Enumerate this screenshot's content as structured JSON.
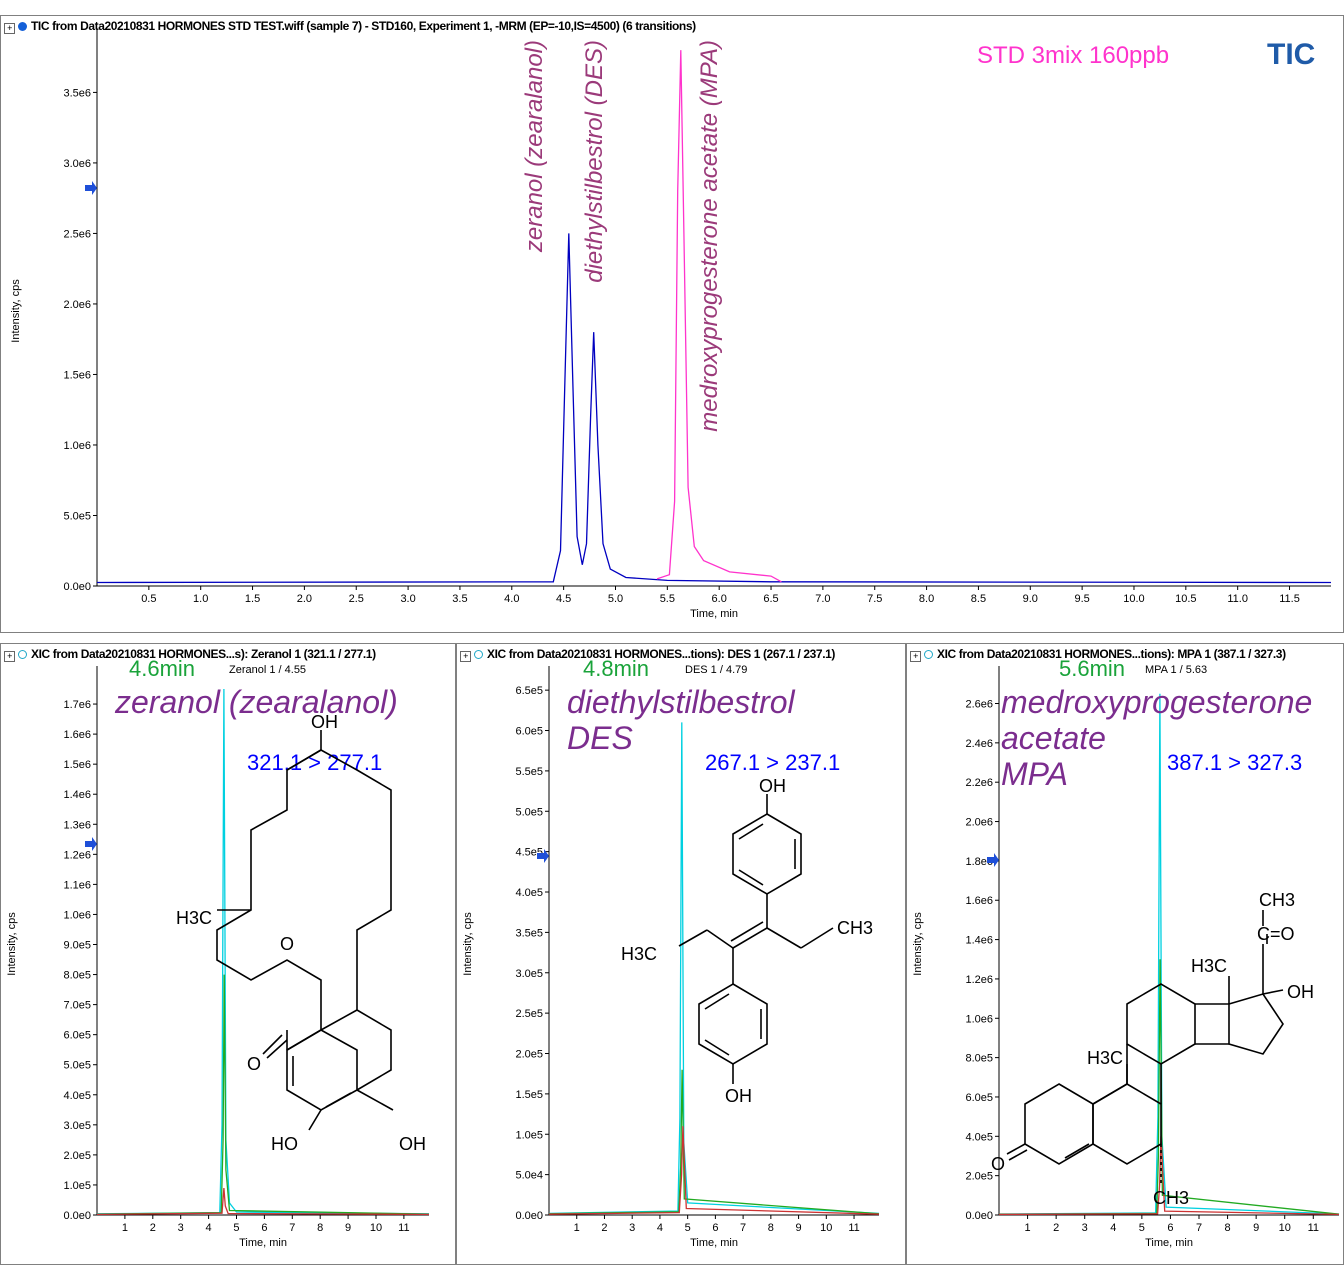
{
  "top": {
    "title": "TIC from Data20210831 HORMONES STD TEST.wiff (sample 7) - STD160, Experiment 1, -MRM (EP=-10,IS=4500) (6 transitions)",
    "std_label": "STD 3mix 160ppb",
    "tic_label": "TIC",
    "peak_labels": [
      "zeranol (zearalanol)",
      "diethylstilbestrol (DES)",
      "medroxyprogesterone acetate (MPA)"
    ]
  },
  "panels": [
    {
      "title": "XIC from Data20210831 HORMONES...s): Zeranol 1 (321.1 / 277.1)",
      "time_label": "4.6min",
      "peak_tag": "Zeranol 1 / 4.55",
      "name_lines": [
        "zeranol (zearalanol)"
      ],
      "transition": "321.1 > 277.1"
    },
    {
      "title": "XIC from Data20210831 HORMONES...tions): DES 1 (267.1 / 237.1)",
      "time_label": "4.8min",
      "peak_tag": "DES 1 / 4.79",
      "name_lines": [
        "diethylstilbestrol",
        "DES"
      ],
      "transition": "267.1 > 237.1"
    },
    {
      "title": "XIC from Data20210831 HORMONES...tions): MPA 1 (387.1 / 327.3)",
      "time_label": "5.6min",
      "peak_tag": "MPA 1 / 5.63",
      "name_lines": [
        "medroxyprogesterone",
        "acetate",
        "MPA"
      ],
      "transition": "387.1 > 327.3"
    }
  ],
  "structures": {
    "zeranol": [
      "OH",
      "H3C",
      "O",
      "O",
      "HO",
      "OH"
    ],
    "des": [
      "OH",
      "CH3",
      "H3C",
      "OH"
    ],
    "mpa": [
      "CH3",
      "C=O",
      "H3C",
      "OH",
      "H3C",
      "O",
      "CH3"
    ]
  },
  "colors": {
    "tic_blue": "#0000c0",
    "tic_magenta": "#ff33cc",
    "cyan": "#00d0e0",
    "green": "#1aa33a",
    "purple": "#7b2d8e",
    "blue": "#0000ff"
  },
  "chart_data": [
    {
      "type": "line",
      "title": "TIC from Data20210831 HORMONES STD TEST.wiff (sample 7) - STD160, Experiment 1, -MRM (EP=-10,IS=4500) (6 transitions)",
      "xlabel": "Time, min",
      "ylabel": "Intensity, cps",
      "xlim": [
        0,
        11.9
      ],
      "ylim": [
        0,
        3900000.0
      ],
      "xticks": [
        "0.5",
        "1.0",
        "1.5",
        "2.0",
        "2.5",
        "3.0",
        "3.5",
        "4.0",
        "4.5",
        "5.0",
        "5.5",
        "6.0",
        "6.5",
        "7.0",
        "7.5",
        "8.0",
        "8.5",
        "9.0",
        "9.5",
        "10.0",
        "10.5",
        "11.0",
        "11.5"
      ],
      "yticks": [
        "0.0e0",
        "5.0e5",
        "1.0e6",
        "1.5e6",
        "2.0e6",
        "2.5e6",
        "3.0e6",
        "3.5e6"
      ],
      "series": [
        {
          "color": "#0000c0",
          "x": [
            0,
            4.4,
            4.47,
            4.51,
            4.55,
            4.59,
            4.63,
            4.68,
            4.72,
            4.76,
            4.79,
            4.83,
            4.88,
            4.95,
            5.1,
            5.5,
            6.5,
            11.9
          ],
          "y": [
            25000,
            30000,
            250000,
            1400000,
            2500000,
            1400000,
            350000,
            150000,
            300000,
            1200000,
            1800000,
            1000000,
            300000,
            120000,
            60000,
            40000,
            30000,
            25000
          ]
        },
        {
          "color": "#ff33cc",
          "x": [
            5.4,
            5.52,
            5.57,
            5.6,
            5.63,
            5.66,
            5.7,
            5.76,
            5.85,
            6.1,
            6.5,
            6.6
          ],
          "y": [
            50000,
            80000,
            600000,
            2800000,
            3800000,
            2500000,
            700000,
            280000,
            180000,
            100000,
            70000,
            30000
          ]
        }
      ]
    },
    {
      "type": "line",
      "xlabel": "Time, min",
      "ylabel": "Intensity, cps",
      "xlim": [
        0,
        11.9
      ],
      "ylim": [
        0,
        1800000.0
      ],
      "xticks": [
        "1",
        "2",
        "3",
        "4",
        "5",
        "6",
        "7",
        "8",
        "9",
        "10",
        "11"
      ],
      "yticks": [
        "0.0e0",
        "1.0e5",
        "2.0e5",
        "3.0e5",
        "4.0e5",
        "5.0e5",
        "6.0e5",
        "7.0e5",
        "8.0e5",
        "9.0e5",
        "1.0e6",
        "1.1e6",
        "1.2e6",
        "1.3e6",
        "1.4e6",
        "1.5e6",
        "1.6e6",
        "1.7e6"
      ],
      "series": [
        {
          "color": "#00d0e0",
          "x": [
            0,
            4.4,
            4.48,
            4.55,
            4.62,
            4.75,
            5.0,
            11.9
          ],
          "y": [
            4000,
            8000,
            300000,
            1750000,
            250000,
            40000,
            10000,
            4000
          ]
        },
        {
          "color": "#22aa22",
          "x": [
            0,
            4.45,
            4.52,
            4.56,
            4.62,
            4.75,
            11.9
          ],
          "y": [
            3000,
            8000,
            250000,
            800000,
            150000,
            15000,
            3000
          ]
        },
        {
          "color": "#cc3333",
          "x": [
            0,
            4.48,
            4.55,
            4.6,
            4.7,
            11.9
          ],
          "y": [
            2000,
            6000,
            90000,
            30000,
            5000,
            2000
          ]
        }
      ]
    },
    {
      "type": "line",
      "xlabel": "Time, min",
      "ylabel": "Intensity, cps",
      "xlim": [
        0,
        11.9
      ],
      "ylim": [
        0,
        670000.0
      ],
      "xticks": [
        "1",
        "2",
        "3",
        "4",
        "5",
        "6",
        "7",
        "8",
        "9",
        "10",
        "11"
      ],
      "yticks": [
        "0.0e0",
        "5.0e4",
        "1.0e5",
        "1.5e5",
        "2.0e5",
        "2.5e5",
        "3.0e5",
        "3.5e5",
        "4.0e5",
        "4.5e5",
        "5.0e5",
        "5.5e5",
        "6.0e5",
        "6.5e5"
      ],
      "series": [
        {
          "color": "#00d0e0",
          "x": [
            0,
            4.65,
            4.72,
            4.79,
            4.86,
            5.0,
            11.9
          ],
          "y": [
            2000,
            5000,
            120000,
            610000,
            90000,
            15000,
            2000
          ]
        },
        {
          "color": "#22aa22",
          "x": [
            0,
            4.68,
            4.75,
            4.8,
            4.88,
            11.9
          ],
          "y": [
            1500,
            4000,
            60000,
            180000,
            20000,
            1500
          ]
        },
        {
          "color": "#cc3333",
          "x": [
            0,
            4.7,
            4.78,
            4.83,
            4.95,
            11.9
          ],
          "y": [
            1000,
            3000,
            50000,
            110000,
            8000,
            1000
          ]
        }
      ]
    },
    {
      "type": "line",
      "xlabel": "Time, min",
      "ylabel": "Intensity, cps",
      "xlim": [
        0,
        11.9
      ],
      "ylim": [
        0,
        2750000.0
      ],
      "xticks": [
        "1",
        "2",
        "3",
        "4",
        "5",
        "6",
        "7",
        "8",
        "9",
        "10",
        "11"
      ],
      "yticks": [
        "0.0e0",
        "2.0e5",
        "4.0e5",
        "6.0e5",
        "8.0e5",
        "1.0e6",
        "1.2e6",
        "1.4e6",
        "1.6e6",
        "1.8e6",
        "2.0e6",
        "2.2e6",
        "2.4e6",
        "2.6e6"
      ],
      "series": [
        {
          "color": "#00d0e0",
          "x": [
            0,
            5.48,
            5.56,
            5.63,
            5.7,
            5.85,
            11.9
          ],
          "y": [
            5000,
            10000,
            500000,
            2650000,
            400000,
            40000,
            5000
          ]
        },
        {
          "color": "#22aa22",
          "x": [
            0,
            5.52,
            5.58,
            5.64,
            5.72,
            11.9
          ],
          "y": [
            4000,
            8000,
            300000,
            1300000,
            100000,
            4000
          ]
        },
        {
          "color": "#cc3333",
          "x": [
            0,
            5.55,
            5.62,
            5.67,
            5.8,
            11.9
          ],
          "y": [
            3000,
            6000,
            150000,
            400000,
            20000,
            3000
          ]
        }
      ]
    }
  ]
}
